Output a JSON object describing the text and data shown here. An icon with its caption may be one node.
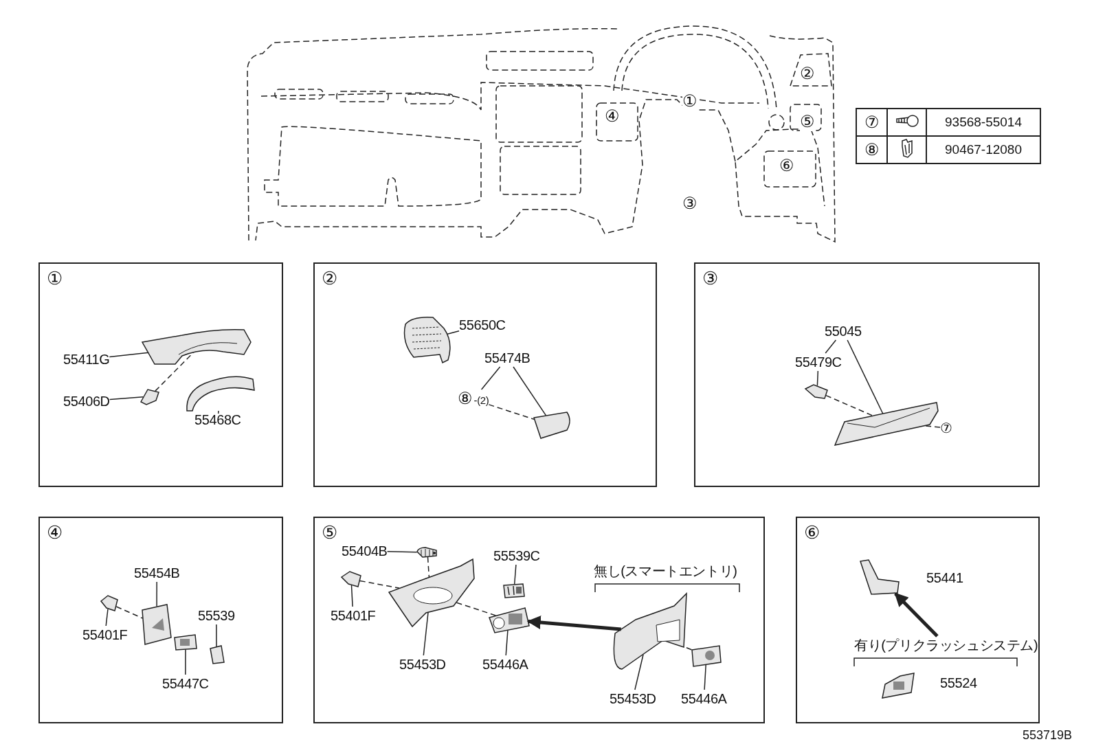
{
  "diagram": {
    "nodes": [
      {
        "text": [
          "①"
        ]
      },
      {
        "text": [
          "55411G"
        ],
        "in": 0
      },
      {
        "text": [],
        "shape": "picture",
        "in": 0
      },
      {
        "text": [
          "55406D"
        ],
        "in": 0
      },
      {
        "text": [],
        "shape": "picture",
        "in": 0
      },
      {
        "text": [
          "55468C"
        ],
        "in": 0
      },
      {
        "text": [],
        "shape": "picture",
        "in": 0
      },
      {
        "text": [
          "②"
        ]
      },
      {
        "text": [],
        "shape": "picture",
        "in": 7
      },
      {
        "text": [
          "55650C"
        ],
        "in": 7
      },
      {
        "text": [
          "55474B"
        ],
        "in": 7
      },
      {
        "text": [
          "⑧"
        ],
        "beside": [
          "-(2)"
        ],
        "in": 7
      },
      {
        "text": [],
        "shape": "picture",
        "in": 7
      },
      {
        "text": [
          "③"
        ]
      },
      {
        "text": [
          "55045"
        ],
        "in": 13
      },
      {
        "text": [
          "55479C"
        ],
        "in": 13
      },
      {
        "text": [],
        "shape": "picture",
        "in": 13
      },
      {
        "text": [],
        "shape": "picture",
        "in": 13
      },
      {
        "text": [
          "⑦"
        ],
        "in": 13
      },
      {
        "text": [
          "④"
        ]
      },
      {
        "text": [
          "55454B"
        ],
        "in": 19
      },
      {
        "text": [],
        "shape": "picture",
        "in": 19
      },
      {
        "text": [
          "55401F"
        ],
        "in": 19
      },
      {
        "text": [],
        "shape": "picture",
        "in": 19
      },
      {
        "text": [
          "55539"
        ],
        "in": 19
      },
      {
        "text": [],
        "shape": "picture",
        "in": 19
      },
      {
        "text": [
          "55447C"
        ],
        "in": 19
      },
      {
        "text": [],
        "shape": "picture",
        "in": 19
      },
      {
        "text": [
          "⑤"
        ]
      },
      {
        "text": [
          "55404B"
        ],
        "in": 28
      },
      {
        "text": [],
        "shape": "picture",
        "in": 28
      },
      {
        "text": [
          "55401F"
        ],
        "in": 28
      },
      {
        "text": [],
        "shape": "picture",
        "in": 28
      },
      {
        "text": [],
        "shape": "picture",
        "in": 28
      },
      {
        "text": [
          "55453D"
        ],
        "in": 28
      },
      {
        "text": [
          "55539C"
        ],
        "in": 28
      },
      {
        "text": [],
        "shape": "picture",
        "in": 28
      },
      {
        "text": [],
        "shape": "picture",
        "in": 28
      },
      {
        "text": [
          "55446A"
        ],
        "in": 28
      },
      {
        "text": [
          "無し(スマートエントリ)"
        ],
        "in": 28
      },
      {
        "text": [],
        "shape": "picture",
        "in": 28
      },
      {
        "text": [
          "55453D"
        ],
        "in": 28
      },
      {
        "text": [],
        "shape": "picture",
        "in": 28
      },
      {
        "text": [
          "55446A"
        ],
        "in": 28
      },
      {
        "text": [
          "⑥"
        ]
      },
      {
        "text": [],
        "shape": "picture",
        "in": 44
      },
      {
        "text": [
          "55441"
        ],
        "in": 44
      },
      {
        "text": [
          "有り(プリクラッシュシステム)"
        ],
        "in": 44
      },
      {
        "text": [],
        "shape": "picture",
        "in": 44
      },
      {
        "text": [
          "55524"
        ],
        "in": 44
      }
    ],
    "edges": [
      {
        "from": 1,
        "to": 2,
        "arrow": "none"
      },
      {
        "from": 3,
        "to": 4,
        "arrow": "none"
      },
      {
        "from": 5,
        "to": 6,
        "arrow": "none"
      },
      {
        "from": 4,
        "to": 2,
        "arrow": "none",
        "style": "dashed"
      },
      {
        "from": 9,
        "to": 8,
        "arrow": "none"
      },
      {
        "from": 10,
        "to": 11,
        "arrow": "none"
      },
      {
        "from": 10,
        "to": 12,
        "arrow": "none"
      },
      {
        "from": 11,
        "to": 12,
        "arrow": "none",
        "style": "dashed"
      },
      {
        "from": 14,
        "to": 15,
        "arrow": "none"
      },
      {
        "from": 14,
        "to": 17,
        "arrow": "none"
      },
      {
        "from": 15,
        "to": 16,
        "arrow": "none"
      },
      {
        "from": 16,
        "to": 17,
        "arrow": "none",
        "style": "dashed"
      },
      {
        "from": 18,
        "to": 17,
        "arrow": "none",
        "style": "dashed"
      },
      {
        "from": 20,
        "to": 21,
        "arrow": "none"
      },
      {
        "from": 22,
        "to": 23,
        "arrow": "none"
      },
      {
        "from": 24,
        "to": 25,
        "arrow": "none"
      },
      {
        "from": 26,
        "to": 27,
        "arrow": "none"
      },
      {
        "from": 23,
        "to": 21,
        "arrow": "none",
        "style": "dashed"
      },
      {
        "from": 29,
        "to": 30,
        "arrow": "none"
      },
      {
        "from": 31,
        "to": 32,
        "arrow": "none"
      },
      {
        "from": 34,
        "to": 33,
        "arrow": "none"
      },
      {
        "from": 35,
        "to": 36,
        "arrow": "none"
      },
      {
        "from": 38,
        "to": 37,
        "arrow": "none"
      },
      {
        "from": 41,
        "to": 40,
        "arrow": "none"
      },
      {
        "from": 43,
        "to": 42,
        "arrow": "none"
      },
      {
        "from": 30,
        "to": 33,
        "arrow": "none",
        "style": "dashed"
      },
      {
        "from": 32,
        "to": 33,
        "arrow": "none",
        "style": "dashed"
      },
      {
        "from": 33,
        "to": 37,
        "arrow": "none",
        "style": "dashed"
      },
      {
        "from": 42,
        "to": 40,
        "arrow": "none",
        "style": "dashed"
      },
      {
        "from": 40,
        "to": 37,
        "arrow": "to",
        "style": "thick"
      },
      {
        "from": 47,
        "to": 45,
        "arrow": "to",
        "style": "thick"
      }
    ],
    "labels": [
      "②",
      "①",
      "④",
      "⑤",
      "⑥",
      "③",
      "⑦",
      "93568-55014",
      "⑧",
      "90467-12080",
      "553719B"
    ]
  }
}
